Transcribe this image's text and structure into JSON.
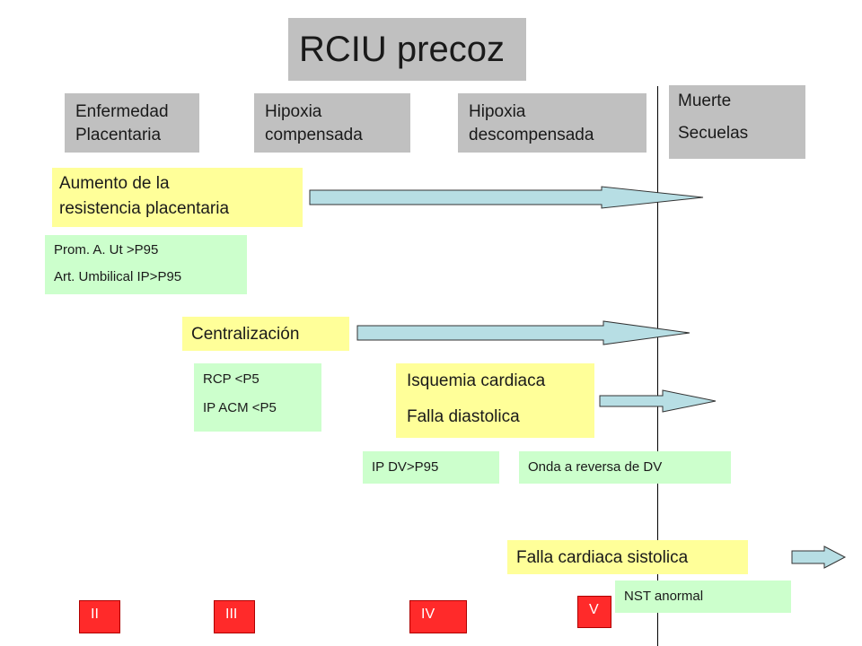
{
  "title": "RCIU precoz",
  "stages": {
    "placental": [
      "Enfermedad",
      "Placentaria"
    ],
    "compensated": [
      "Hipoxia",
      "compensada"
    ],
    "decompensated": [
      "Hipoxia",
      "descompensada"
    ],
    "outcome": [
      "Muerte",
      "Secuelas"
    ]
  },
  "events": {
    "resistance": [
      "Aumento de la",
      "resistencia placentaria"
    ],
    "centralization": "Centralización",
    "ischemia": [
      "Isquemia cardiaca",
      "Falla diastolica"
    ],
    "systolic_failure": "Falla cardiaca sistolica"
  },
  "markers": {
    "resistance": [
      "Prom. A. Ut >P95",
      "Art. Umbilical IP>P95"
    ],
    "centralization": [
      "RCP <P5",
      "IP ACM <P5"
    ],
    "ip_dv": "IP DV>P95",
    "dv_reverse": "Onda a reversa de DV",
    "nst": "NST anormal"
  },
  "grades": [
    "II",
    "III",
    "IV",
    "V"
  ],
  "colors": {
    "stage_box": "#c0c0c0",
    "event_box": "#ffff99",
    "marker_box": "#ccffcc",
    "grade_box": "#ff2a2a",
    "arrow_fill": "#b7dee4"
  }
}
